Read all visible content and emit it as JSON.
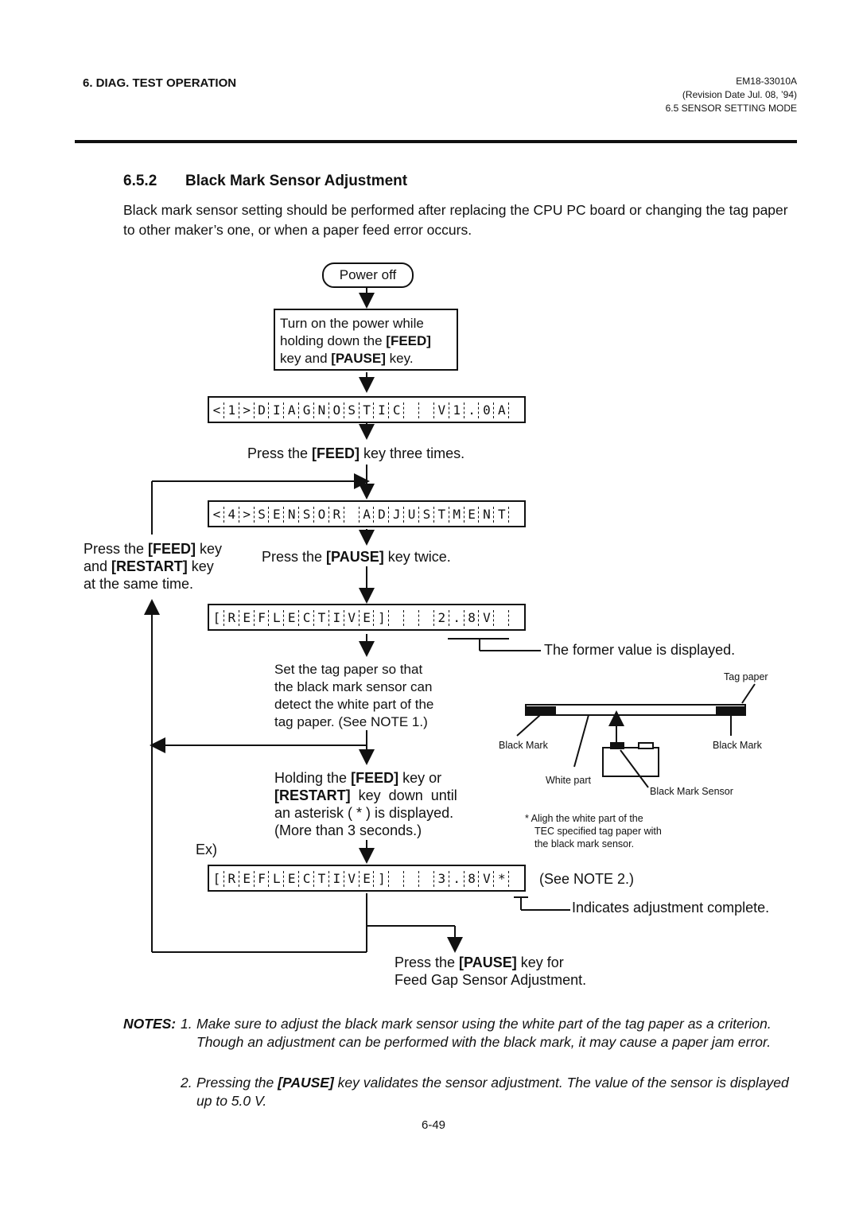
{
  "header": {
    "section": "6. DIAG. TEST OPERATION",
    "doc_number": "EM18-33010A",
    "revision": "(Revision Date Jul. 08, ’94)",
    "subsection": "6.5 SENSOR SETTING MODE"
  },
  "section": {
    "number": "6.5.2",
    "title": "Black Mark Sensor Adjustment",
    "intro": "Black mark sensor setting should be performed after replacing the CPU PC board or changing the tag paper to other maker’s one, or when a paper feed error occurs."
  },
  "flow": {
    "power_off": "Power off",
    "step1_a": "Turn on the power while",
    "step1_b": "holding down the ",
    "step1_feed": "[FEED]",
    "step1_c": "key and ",
    "step1_pause": "[PAUSE]",
    "step1_d": " key.",
    "lcd1": "<1>DIAGNOSTIC  V1.0A",
    "press_feed_1": "Press the ",
    "press_feed_key": "[FEED]",
    "press_feed_2": " key three times.",
    "lcd2": "<4>SENSOR ADJUSTMENT",
    "side_a": "Press the ",
    "side_feed": "[FEED]",
    "side_b": " key",
    "side_c": "and ",
    "side_restart": "[RESTART]",
    "side_d": " key",
    "side_e": "at the same time.",
    "press_pause_1": "Press the ",
    "press_pause_key": "[PAUSE]",
    "press_pause_2": " key twice.",
    "lcd3": "[REFLECTIVE]   2.8V",
    "former_value": "The former value is displayed.",
    "set_tag_1": "Set the tag paper so that",
    "set_tag_2": "the black mark sensor can",
    "set_tag_3": "detect the white part of the",
    "set_tag_4": "tag paper. (See NOTE 1.)",
    "hold_1": "Holding the ",
    "hold_feed": "[FEED]",
    "hold_2": " key or",
    "hold_restart": "[RESTART]",
    "hold_3": "  key  down  until",
    "hold_4": "an asterisk ( * ) is displayed.",
    "hold_5": "(More than 3 seconds.)",
    "ex": "Ex)",
    "lcd4": "[REFLECTIVE]   3.8V*",
    "see_note2": "(See NOTE 2.)",
    "indicates": "Indicates adjustment complete.",
    "final_1": "Press the ",
    "final_pause": "[PAUSE]",
    "final_2": " key for",
    "final_3": "Feed Gap Sensor Adjustment."
  },
  "diagram": {
    "tag_paper": "Tag paper",
    "black_mark_left": "Black Mark",
    "black_mark_right": "Black Mark",
    "white_part": "White part",
    "black_mark_sensor": "Black Mark Sensor",
    "caption_1": "* Aligh  the  white  part  of  the",
    "caption_2": "TEC specified tag paper with",
    "caption_3": "the black mark sensor."
  },
  "notes": {
    "label": "NOTES:",
    "n1_num": "1.",
    "n1_text": "Make sure to adjust the black mark sensor using the white part of the tag paper as a criterion.  Though an adjustment can be performed with the black mark, it may cause a paper jam error.",
    "n2_num": "2.",
    "n2_a": "Pressing the ",
    "n2_pause": "[PAUSE]",
    "n2_b": " key validates the sensor adjustment.  The value of the sensor is displayed up to 5.0 V."
  },
  "page_number": "6-49"
}
